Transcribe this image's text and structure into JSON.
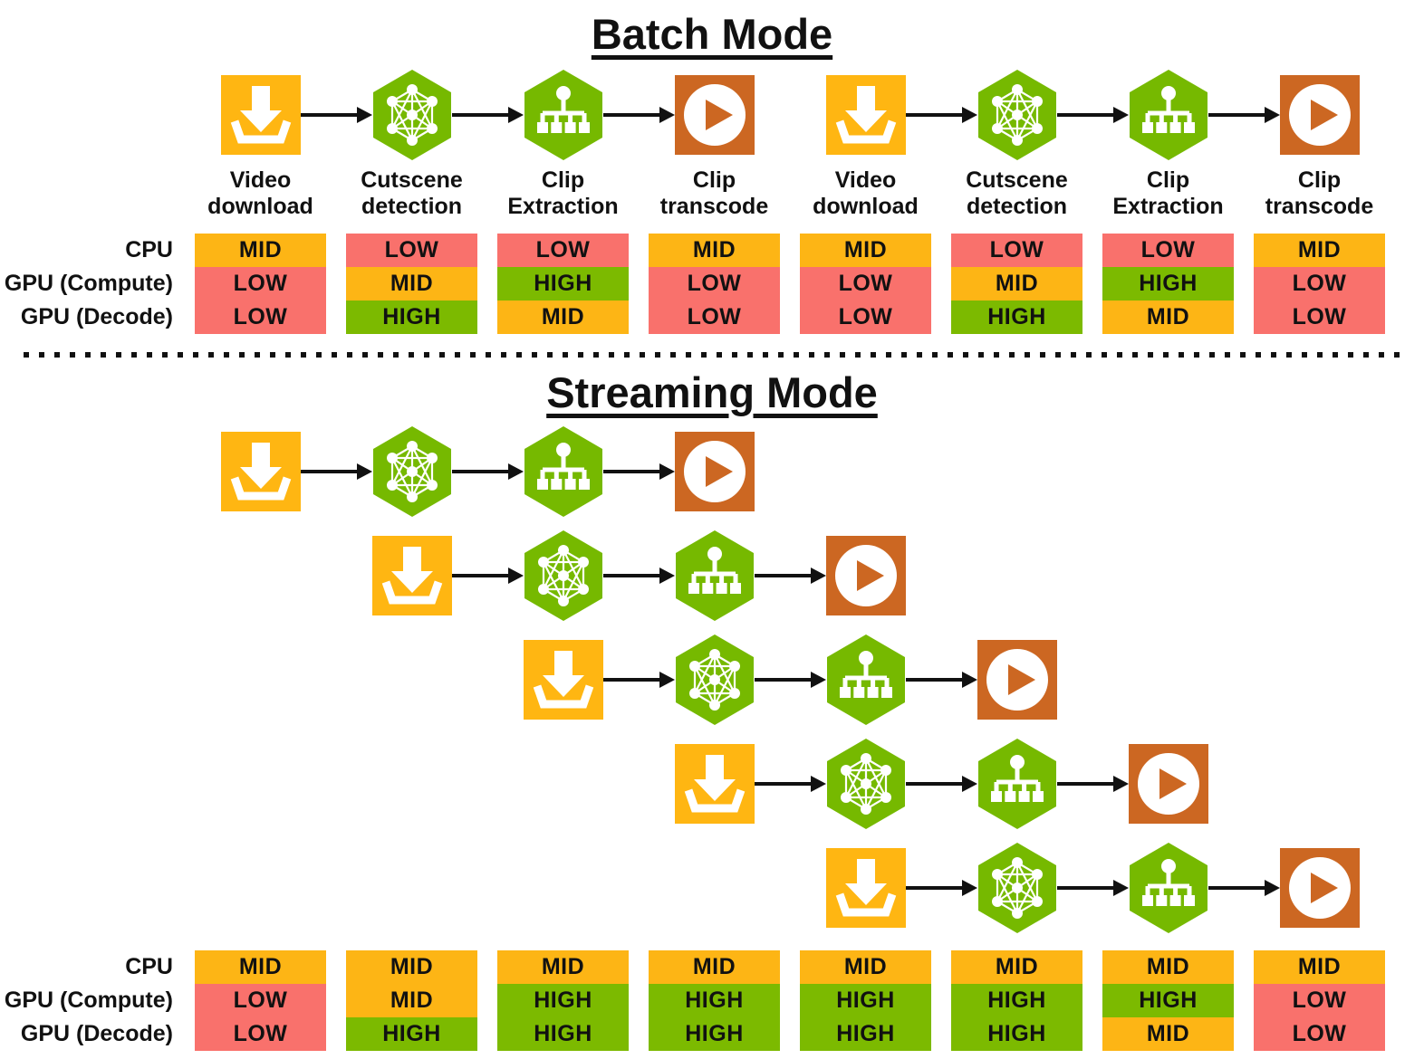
{
  "batch": {
    "title": "Batch Mode",
    "stage_labels": [
      "Video download",
      "Cutscene detection",
      "Clip Extraction",
      "Clip transcode",
      "Video download",
      "Cutscene detection",
      "Clip Extraction",
      "Clip transcode"
    ],
    "table": {
      "row_labels": [
        "CPU",
        "GPU (Compute)",
        "GPU (Decode)"
      ],
      "columns": [
        {
          "cpu": "MID",
          "gpu_compute": "LOW",
          "gpu_decode": "LOW"
        },
        {
          "cpu": "LOW",
          "gpu_compute": "MID",
          "gpu_decode": "HIGH"
        },
        {
          "cpu": "LOW",
          "gpu_compute": "HIGH",
          "gpu_decode": "MID"
        },
        {
          "cpu": "MID",
          "gpu_compute": "LOW",
          "gpu_decode": "LOW"
        },
        {
          "cpu": "MID",
          "gpu_compute": "LOW",
          "gpu_decode": "LOW"
        },
        {
          "cpu": "LOW",
          "gpu_compute": "MID",
          "gpu_decode": "HIGH"
        },
        {
          "cpu": "LOW",
          "gpu_compute": "HIGH",
          "gpu_decode": "MID"
        },
        {
          "cpu": "MID",
          "gpu_compute": "LOW",
          "gpu_decode": "LOW"
        }
      ]
    }
  },
  "streaming": {
    "title": "Streaming Mode",
    "pipeline_rows": 5,
    "table": {
      "row_labels": [
        "CPU",
        "GPU (Compute)",
        "GPU (Decode)"
      ],
      "columns": [
        {
          "cpu": "MID",
          "gpu_compute": "LOW",
          "gpu_decode": "LOW"
        },
        {
          "cpu": "MID",
          "gpu_compute": "MID",
          "gpu_decode": "HIGH"
        },
        {
          "cpu": "MID",
          "gpu_compute": "HIGH",
          "gpu_decode": "HIGH"
        },
        {
          "cpu": "MID",
          "gpu_compute": "HIGH",
          "gpu_decode": "HIGH"
        },
        {
          "cpu": "MID",
          "gpu_compute": "HIGH",
          "gpu_decode": "HIGH"
        },
        {
          "cpu": "MID",
          "gpu_compute": "HIGH",
          "gpu_decode": "HIGH"
        },
        {
          "cpu": "MID",
          "gpu_compute": "HIGH",
          "gpu_decode": "MID"
        },
        {
          "cpu": "MID",
          "gpu_compute": "LOW",
          "gpu_decode": "LOW"
        }
      ]
    }
  },
  "icons": {
    "download": "download-icon (yellow square, white down arrow into tray)",
    "cutscene": "neural-network-icon (green hexagon, white node graph)",
    "extract": "clip-tree-icon (green hexagon, white org-chart tree)",
    "transcode": "play-icon (orange square, white circle, orange play triangle)",
    "arrow": "flow-arrow (black right arrow)"
  },
  "colors": {
    "low": "#F9716C",
    "mid": "#FDB515",
    "high": "#7CBA00",
    "hex_green": "#76B900",
    "download_yellow": "#FFB612",
    "play_orange": "#CC6722",
    "ink": "#111111"
  }
}
